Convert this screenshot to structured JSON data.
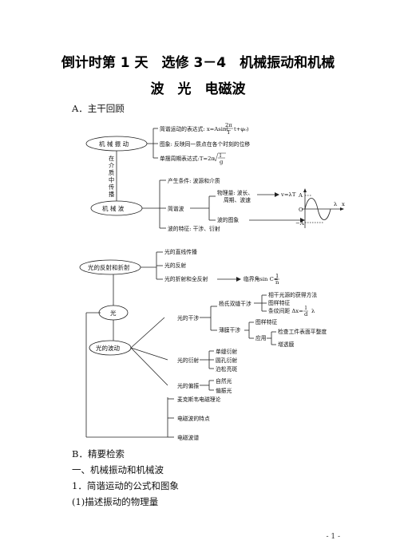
{
  "title_line1": "倒计时第 1 天　选修 3－4　机械振动和机械",
  "title_line2": "波　光　电磁波",
  "section_a": "A．主干回顾",
  "diagram": {
    "node_mech_vibration": "机 械 振 动",
    "spread_label": "在介质中传播",
    "node_mech_wave": "机 械 波",
    "node_reflect_refract": "光的反射和折射",
    "node_light": "光",
    "node_wave_nature": "光的波动",
    "shm_expr": "简谐运动的表达式: x=Asin(",
    "shm_expr_tail": "t+φ₀)",
    "shm_graph": "图象: 反映同一质点在各个时刻的位移",
    "pendulum_period": "单摆周期表达式:T=2π",
    "frac_2pi": "2π",
    "frac_T": "T",
    "frac_l": "l",
    "frac_g": "g",
    "wave_condition": "产生条件: 波源和介质",
    "harmonic_wave": "简谐波",
    "physical_qty": "物理量: 波长、",
    "physical_qty2": "周期、波速",
    "v_formula": "v=λT",
    "wave_image": "波的图象",
    "wave_property": "波的特征: 干涉、衍射",
    "axis_A": "A",
    "axis_O": "O",
    "axis_negA": "−A",
    "axis_x": "x",
    "axis_lambda": "λ",
    "rect_propagation": "光的直线传播",
    "light_reflection": "光的反射",
    "refraction_total": "光的折射和全反射",
    "critical_angle": "临界角sin C=",
    "frac_1": "1",
    "frac_n": "n",
    "interference": "光的干涉",
    "double_slit": "杨氏双缝干涉",
    "coherent_method": "相干光源的获得方法",
    "pattern_feature": "图样特征",
    "fringe_spacing": "条纹间距 Δx=",
    "frac_L": "l",
    "frac_d": "d",
    "lambda_sym": "λ",
    "thin_film": "薄膜干涉",
    "pattern_feature2": "图样特征",
    "application": "应用",
    "flatness": "检查工件表面平整度",
    "antireflect": "增透膜",
    "diffraction": "光的衍射",
    "single_slit": "单缝衍射",
    "circular_hole": "圆孔衍射",
    "poisson_spot": "泊松亮斑",
    "polarization": "光的偏振",
    "natural_light": "自然光",
    "polarized_light": "偏振光",
    "maxwell": "麦克斯韦电磁理论",
    "em_features": "电磁波的特点",
    "em_spectrum": "电磁波谱"
  },
  "section_b": "B．精要检索",
  "heading_1": "一、机械振动和机械波",
  "item_1": "1．简谐运动的公式和图象",
  "item_1_1": "(1)描述振动的物理量",
  "page_number": "- 1 -"
}
